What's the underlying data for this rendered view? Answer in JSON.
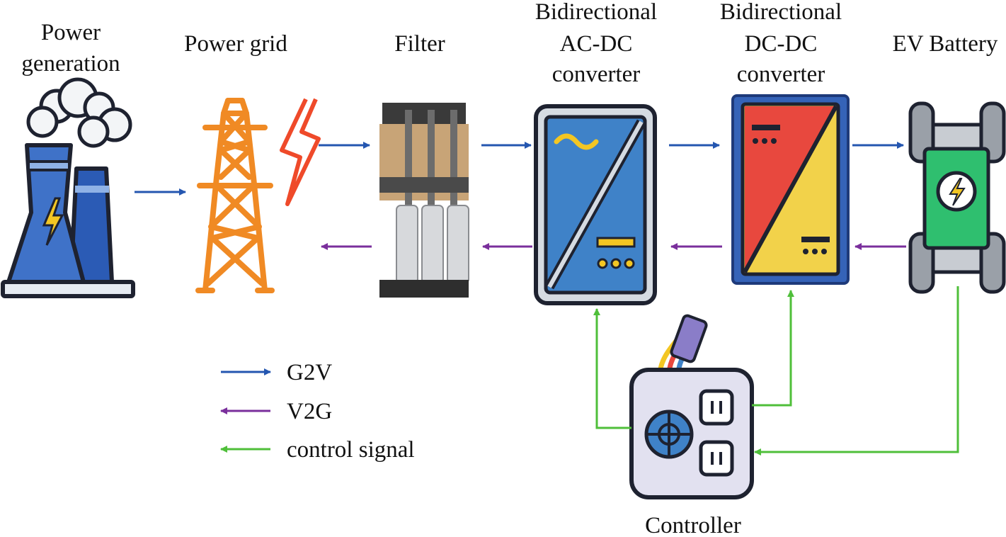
{
  "labels": {
    "power_generation": [
      "Power",
      "generation"
    ],
    "power_grid": "Power grid",
    "filter": "Filter",
    "ac_dc": [
      "Bidirectional",
      "AC-DC",
      "converter"
    ],
    "dc_dc": [
      "Bidirectional",
      "DC-DC",
      "converter"
    ],
    "ev_battery": "EV Battery",
    "controller": "Controller"
  },
  "legend": [
    {
      "label": "G2V",
      "color": "#2456b0"
    },
    {
      "label": "V2G",
      "color": "#7a2f9c"
    },
    {
      "label": "control signal",
      "color": "#4fbf3a"
    }
  ],
  "colors": {
    "g2v": "#2456b0",
    "v2g": "#7a2f9c",
    "control": "#4fbf3a",
    "tower": "#f08a24",
    "converter_blue": "#3f82c8",
    "battery_green": "#2fbf6f"
  },
  "icons": [
    "power-plant-icon",
    "power-tower-icon",
    "lightning-icon",
    "filter-icon",
    "ac-dc-converter-icon",
    "dc-dc-converter-icon",
    "ev-chassis-icon",
    "controller-icon"
  ]
}
